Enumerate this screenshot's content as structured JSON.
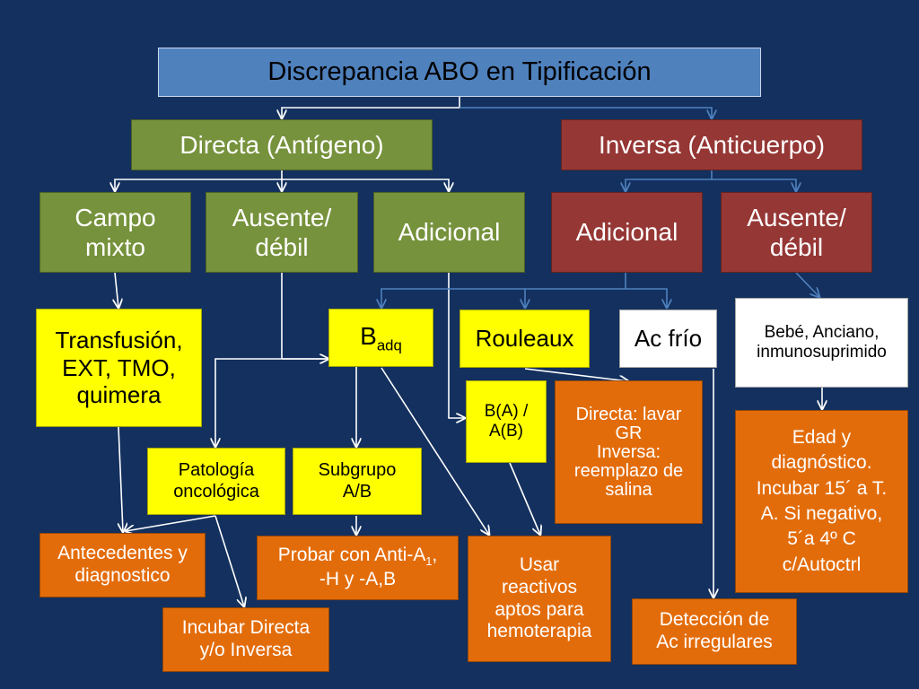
{
  "title": "Discrepancia ABO en Tipificación",
  "directa": "Directa (Antígeno)",
  "inversa": "Inversa (Anticuerpo)",
  "campo_mixto": [
    "Campo",
    "mixto"
  ],
  "ausente_directa": [
    "Ausente/",
    "débil"
  ],
  "adicional_directa": "Adicional",
  "adicional_inversa": "Adicional",
  "ausente_inversa": [
    "Ausente/",
    "débil"
  ],
  "transfusion": [
    "Transfusión,",
    "EXT, TMO,",
    "quimera"
  ],
  "badq": {
    "main": "B",
    "sub": "adq"
  },
  "rouleaux": "Rouleaux",
  "ac_frio": "Ac frío",
  "bebe": [
    "Bebé, Anciano,",
    "inmunosuprimido"
  ],
  "ba_ab": [
    "B(A) /",
    "A(B)"
  ],
  "directa_lavar": [
    "Directa: lavar",
    "GR",
    "Inversa:",
    "reemplazo de",
    "salina"
  ],
  "edad": [
    "Edad y",
    "diagnóstico.",
    "Incubar 15´ a T.",
    "A. Si negativo,",
    "5´a 4º C",
    "c/Autoctrl"
  ],
  "patologia": [
    "Patología",
    "oncológica"
  ],
  "subgrupo": [
    "Subgrupo",
    "A/B"
  ],
  "antecedentes": [
    "Antecedentes y",
    "diagnostico"
  ],
  "probar": {
    "l1_a": "Probar con Anti-A",
    "l1_sub": "1",
    "l1_b": ",",
    "l2": "-H y  -A,B"
  },
  "usar": [
    "Usar",
    "reactivos",
    "aptos para",
    "hemoterapia"
  ],
  "incubar": [
    "Incubar Directa",
    "y/o Inversa"
  ],
  "deteccion": [
    "Detección de",
    "Ac irregulares"
  ]
}
